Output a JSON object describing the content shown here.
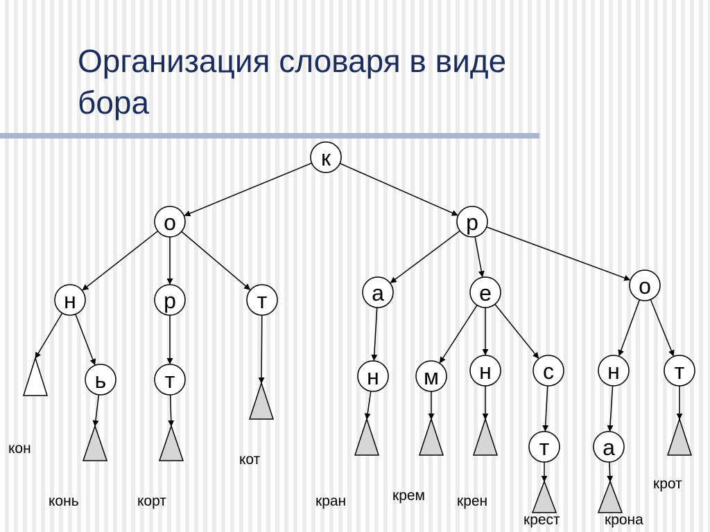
{
  "slide": {
    "title_line1": "Организация словаря в виде",
    "title_line2": "бора"
  },
  "tree": {
    "nodes": [
      {
        "id": "k",
        "label": "к"
      },
      {
        "id": "o1",
        "label": "о"
      },
      {
        "id": "r1",
        "label": "р"
      },
      {
        "id": "n1",
        "label": "н"
      },
      {
        "id": "r2",
        "label": "р"
      },
      {
        "id": "t1",
        "label": "т"
      },
      {
        "id": "soft",
        "label": "ь"
      },
      {
        "id": "t2",
        "label": "т"
      },
      {
        "id": "a1",
        "label": "а"
      },
      {
        "id": "e1",
        "label": "е"
      },
      {
        "id": "o2",
        "label": "о"
      },
      {
        "id": "n2",
        "label": "н"
      },
      {
        "id": "m1",
        "label": "м"
      },
      {
        "id": "n3",
        "label": "н"
      },
      {
        "id": "s1",
        "label": "с"
      },
      {
        "id": "n4",
        "label": "н"
      },
      {
        "id": "t3",
        "label": "т"
      },
      {
        "id": "t4",
        "label": "т"
      },
      {
        "id": "a2",
        "label": "а"
      }
    ],
    "edges": [
      [
        "k",
        "o1"
      ],
      [
        "k",
        "r1"
      ],
      [
        "o1",
        "n1"
      ],
      [
        "o1",
        "r2"
      ],
      [
        "o1",
        "t1"
      ],
      [
        "r1",
        "a1"
      ],
      [
        "r1",
        "e1"
      ],
      [
        "r1",
        "o2"
      ],
      [
        "n1",
        "soft"
      ],
      [
        "r2",
        "t2"
      ],
      [
        "a1",
        "n2"
      ],
      [
        "e1",
        "m1"
      ],
      [
        "e1",
        "n3"
      ],
      [
        "e1",
        "s1"
      ],
      [
        "o2",
        "n4"
      ],
      [
        "o2",
        "t3"
      ],
      [
        "s1",
        "t4"
      ],
      [
        "n4",
        "a2"
      ]
    ],
    "word_ends": [
      {
        "parent": "n1",
        "word": "кон",
        "filled": false
      },
      {
        "parent": "soft",
        "word": "конь",
        "filled": true
      },
      {
        "parent": "t2",
        "word": "корт",
        "filled": true
      },
      {
        "parent": "t1",
        "word": "кот",
        "filled": true
      },
      {
        "parent": "n2",
        "word": "кран",
        "filled": true
      },
      {
        "parent": "m1",
        "word": "крем",
        "filled": true
      },
      {
        "parent": "n3",
        "word": "крен",
        "filled": true
      },
      {
        "parent": "t4",
        "word": "крест",
        "filled": true
      },
      {
        "parent": "a2",
        "word": "крона",
        "filled": true
      },
      {
        "parent": "t3",
        "word": "крот",
        "filled": true
      }
    ]
  }
}
